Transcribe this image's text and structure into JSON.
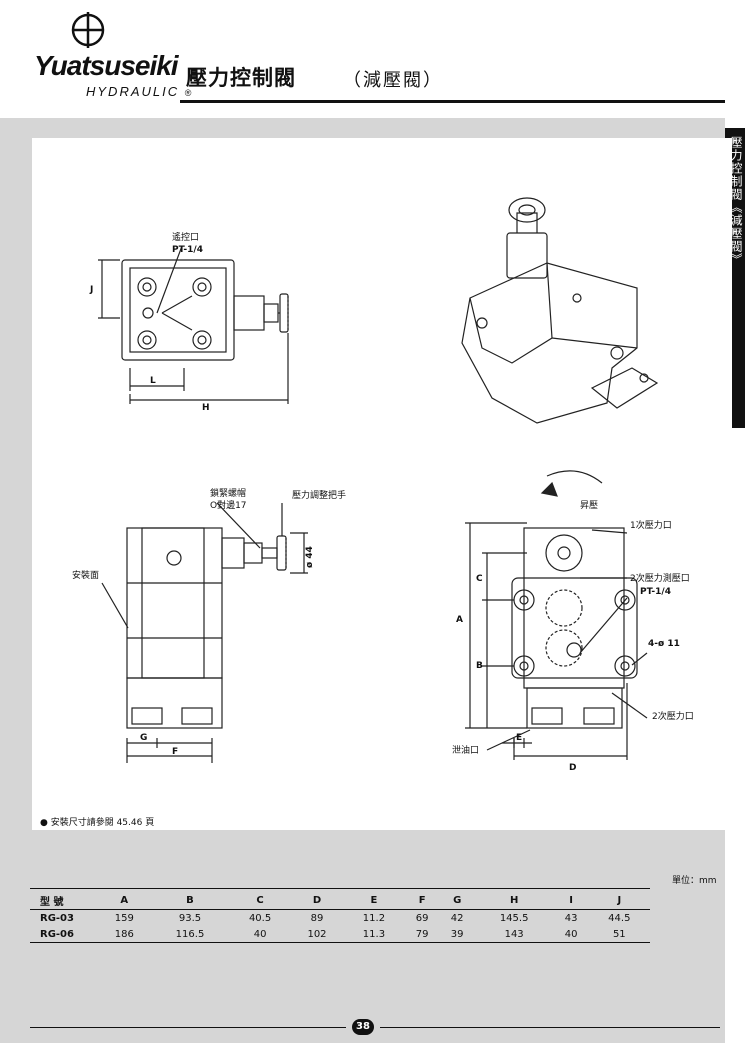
{
  "header": {
    "brand": "Yuatsuseiki",
    "brand_sub": "HYDRAULIC",
    "registered": "®",
    "title": "壓力控制閥",
    "title_sub": "（減壓閥）"
  },
  "side_tab": "壓力控制閥《減壓閥》",
  "drawing": {
    "top_view": {
      "port_label": "遙控口",
      "port_size": "PT-1/4",
      "dim_J": "J",
      "dim_L": "L",
      "dim_H": "H"
    },
    "side_view": {
      "locknut_label": "鎖緊螺帽",
      "locknut_size": "O對邊17",
      "handle_label": "壓力調整把手",
      "diameter": "ø 44",
      "mount_face": "安裝面",
      "dim_G": "G",
      "dim_F": "F"
    },
    "front_view": {
      "raise": "昇壓",
      "primary_port": "1次壓力口",
      "gauge_port": "2次壓力測壓口",
      "gauge_size": "PT-1/4",
      "bolt_holes": "4-ø 11",
      "secondary_port": "2次壓力口",
      "drain_port": "泄油口",
      "dim_A": "A",
      "dim_B": "B",
      "dim_C": "C",
      "dim_D": "D",
      "dim_E": "E"
    }
  },
  "note": "● 安裝尺寸請參閱 45.46 頁",
  "units": "單位：mm",
  "table": {
    "headers": [
      "型 號",
      "A",
      "B",
      "C",
      "D",
      "E",
      "F",
      "G",
      "H",
      "I",
      "J"
    ],
    "rows": [
      [
        "RG-03",
        "159",
        "93.5",
        "40.5",
        "89",
        "11.2",
        "69",
        "42",
        "145.5",
        "43",
        "44.5"
      ],
      [
        "RG-06",
        "186",
        "116.5",
        "40",
        "102",
        "11.3",
        "79",
        "39",
        "143",
        "40",
        "51"
      ]
    ]
  },
  "page_number": "38"
}
